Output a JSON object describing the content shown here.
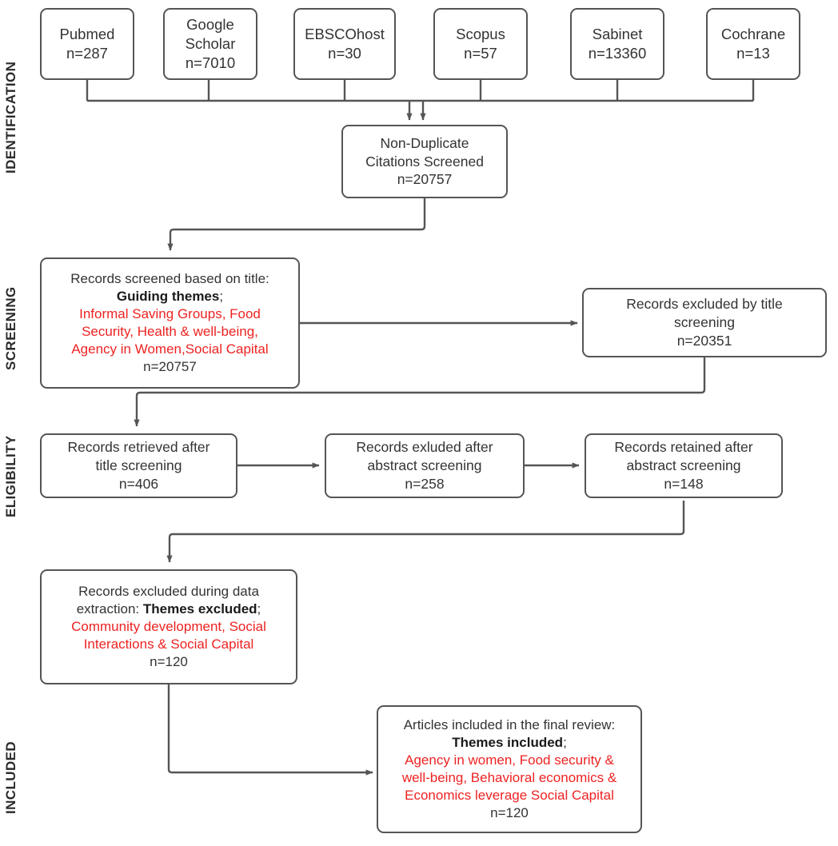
{
  "diagram": {
    "title": "PRISMA flow diagram",
    "colors": {
      "border": "#555555",
      "text": "#333333",
      "highlight": "#ee2222",
      "background": "#ffffff"
    }
  },
  "stages": [
    {
      "id": "identification",
      "label": "IDENTIFICATION"
    },
    {
      "id": "screening",
      "label": "SCREENING"
    },
    {
      "id": "eligibility",
      "label": "ELIGIBILITY"
    },
    {
      "id": "included",
      "label": "INCLUDED"
    }
  ],
  "sources": [
    {
      "id": "pubmed",
      "name": "Pubmed",
      "count": "n=287"
    },
    {
      "id": "google",
      "name_line1": "Google",
      "name_line2": "Scholar",
      "count": "n=7010"
    },
    {
      "id": "ebsco",
      "name": "EBSCOhost",
      "count": "n=30"
    },
    {
      "id": "scopus",
      "name": "Scopus",
      "count": "n=57"
    },
    {
      "id": "sabinet",
      "name": "Sabinet",
      "count": "n=13360"
    },
    {
      "id": "cochrane",
      "name": "Cochrane",
      "count": "n=13"
    }
  ],
  "nodes": {
    "nonduplicate": {
      "line1": "Non-Duplicate",
      "line2": "Citations Screened",
      "count": "n=20757"
    },
    "title_screen": {
      "line1": "Records screened based on title:",
      "bold": "Guiding themes",
      "semicolon": ";",
      "red1": "Informal Saving Groups, Food",
      "red2": "Security, Health & well-being,",
      "red3": "Agency in Women,Social Capital",
      "count": "n=20757"
    },
    "excluded_title": {
      "line1": "Records excluded by title",
      "line2": "screening",
      "count": "n=20351"
    },
    "retrieved_title": {
      "line1": "Records retrieved after",
      "line2": "title screening",
      "count": "n=406"
    },
    "excluded_abstract": {
      "line1": "Records exluded after",
      "line2": "abstract screening",
      "count": "n=258"
    },
    "retained_abstract": {
      "line1": "Records retained after",
      "line2": "abstract screening",
      "count": "n=148"
    },
    "excluded_extraction": {
      "line1": "Records excluded during data",
      "line2_prefix": "extraction: ",
      "bold": "Themes excluded",
      "semicolon": ";",
      "red1": "Community development, Social",
      "red2": "Interactions & Social Capital",
      "count": "n=120"
    },
    "final_included": {
      "line1": "Articles included in the final review:",
      "bold": "Themes included",
      "semicolon": ";",
      "red1": "Agency in women, Food security &",
      "red2": "well-being, Behavioral economics &",
      "red3": "Economics leverage Social Capital",
      "count": "n=120"
    }
  },
  "chart_data": {
    "type": "flowchart",
    "records": {
      "pubmed": 287,
      "google_scholar": 7010,
      "ebscohost": 30,
      "scopus": 57,
      "sabinet": 13360,
      "cochrane": 13,
      "non_duplicate_screened": 20757,
      "screened_by_title": 20757,
      "excluded_by_title": 20351,
      "retrieved_after_title": 406,
      "excluded_after_abstract": 258,
      "retained_after_abstract": 148,
      "excluded_during_extraction": 120,
      "included_final": 120
    }
  }
}
